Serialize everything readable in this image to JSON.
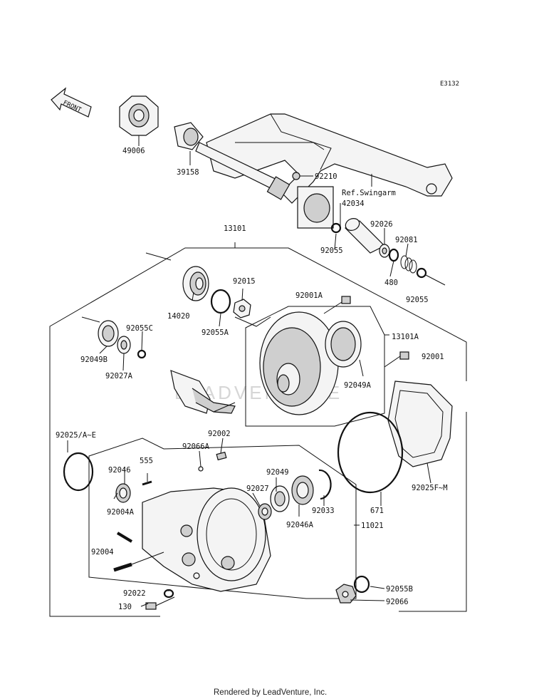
{
  "diagram_code": "E3132",
  "front_label": "FRONT",
  "watermark": "LEADVENTURE",
  "footer": "Rendered by LeadVenture, Inc.",
  "labels": {
    "p49006": "49006",
    "p39158": "39158",
    "p92210": "92210",
    "ref_swingarm": "Ref.Swingarm",
    "p42034": "42034",
    "p92026": "92026",
    "p92081": "92081",
    "p92055_top": "92055",
    "p480": "480",
    "p92055_right": "92055",
    "p13101": "13101",
    "p92015": "92015",
    "p14020": "14020",
    "p92055A": "92055A",
    "p92001A": "92001A",
    "p13101A": "13101A",
    "p92001": "92001",
    "p92049A": "92049A",
    "p92055C": "92055C",
    "p92049B": "92049B",
    "p92027A": "92027A",
    "p92025AE": "92025/A~E",
    "p92002": "92002",
    "p92066A": "92066A",
    "p555": "555",
    "p92046": "92046",
    "p92004A": "92004A",
    "p92049": "92049",
    "p92027": "92027",
    "p92046A": "92046A",
    "p92033": "92033",
    "p671": "671",
    "p92025FM": "92025F~M",
    "p11021": "11021",
    "p92004": "92004",
    "p92022": "92022",
    "p130": "130",
    "p92055B": "92055B",
    "p92066": "92066"
  }
}
